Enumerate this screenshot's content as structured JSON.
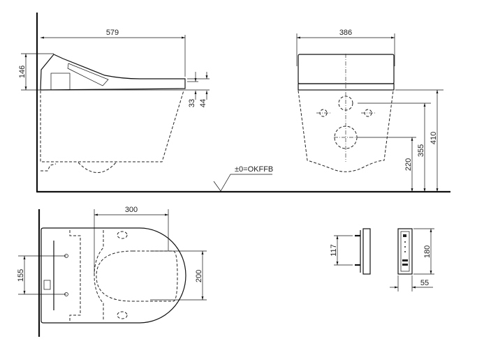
{
  "side_view": {
    "width": "579",
    "seat_height": "146",
    "dim_a": "33",
    "dim_b": "44",
    "floor_ref": "±0=OKFFB"
  },
  "front_view": {
    "width": "386",
    "height_total": "410",
    "height_upper": "355",
    "height_lower": "220"
  },
  "top_view": {
    "length": "300",
    "fixing_spacing": "155",
    "bowl_width": "200"
  },
  "remote": {
    "mount_spacing": "117",
    "height": "180",
    "width": "55"
  }
}
